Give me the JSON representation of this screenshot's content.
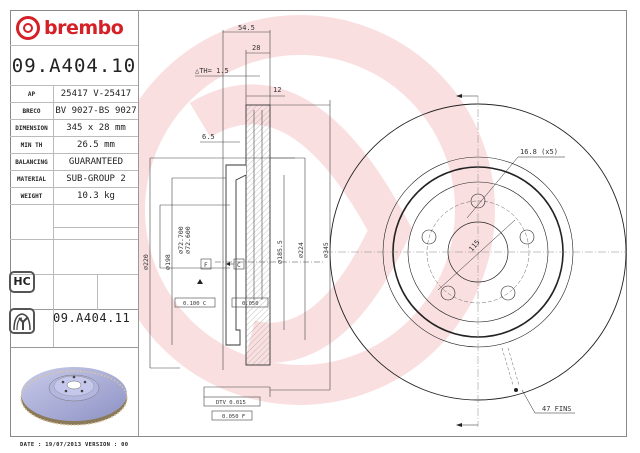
{
  "brand": {
    "name": "brembo",
    "color": "#d42027"
  },
  "part_number": "09.A404.10",
  "specs": [
    {
      "key": "AP",
      "value": "25417 V-25417"
    },
    {
      "key": "BRECO",
      "value": "BV 9027-BS 9027"
    },
    {
      "key": "DIMENSION",
      "value": "345 x 28 mm"
    },
    {
      "key": "MIN TH",
      "value": "26.5 mm"
    },
    {
      "key": "BALANCING",
      "value": "GUARANTEED"
    },
    {
      "key": "MATERIAL",
      "value": "SUB-GROUP 2"
    },
    {
      "key": "WEIGHT",
      "value": "10.3 kg"
    }
  ],
  "badges": {
    "hc": "HC",
    "coated_icon": "coated-disc-icon"
  },
  "alt_part_number": "09.A404.11",
  "footer": "DATE : 19/07/2013 VERSION : 00",
  "section_view": {
    "dims": {
      "overall_height": "54.5",
      "thickness": "28",
      "delta_th": "△TH= 1.5",
      "cheek": "12",
      "hat_wall": "6.5",
      "d220": "⌀220",
      "d198": "⌀198",
      "bore_max": "⌀72.700",
      "bore_min": "⌀72.600",
      "d185": "⌀185.5",
      "d224": "⌀224",
      "d345": "⌀345"
    },
    "datums": {
      "f": "F",
      "c": "C"
    },
    "tolerances": {
      "flatness_c": "0.100 C",
      "parallel": "0.050",
      "dtv": "DTV 0.015",
      "runout_f": "0.050 F"
    }
  },
  "front_view": {
    "bolt_hole": "16.8 (x5)",
    "pcd": "115",
    "fins": "47 FINS"
  }
}
